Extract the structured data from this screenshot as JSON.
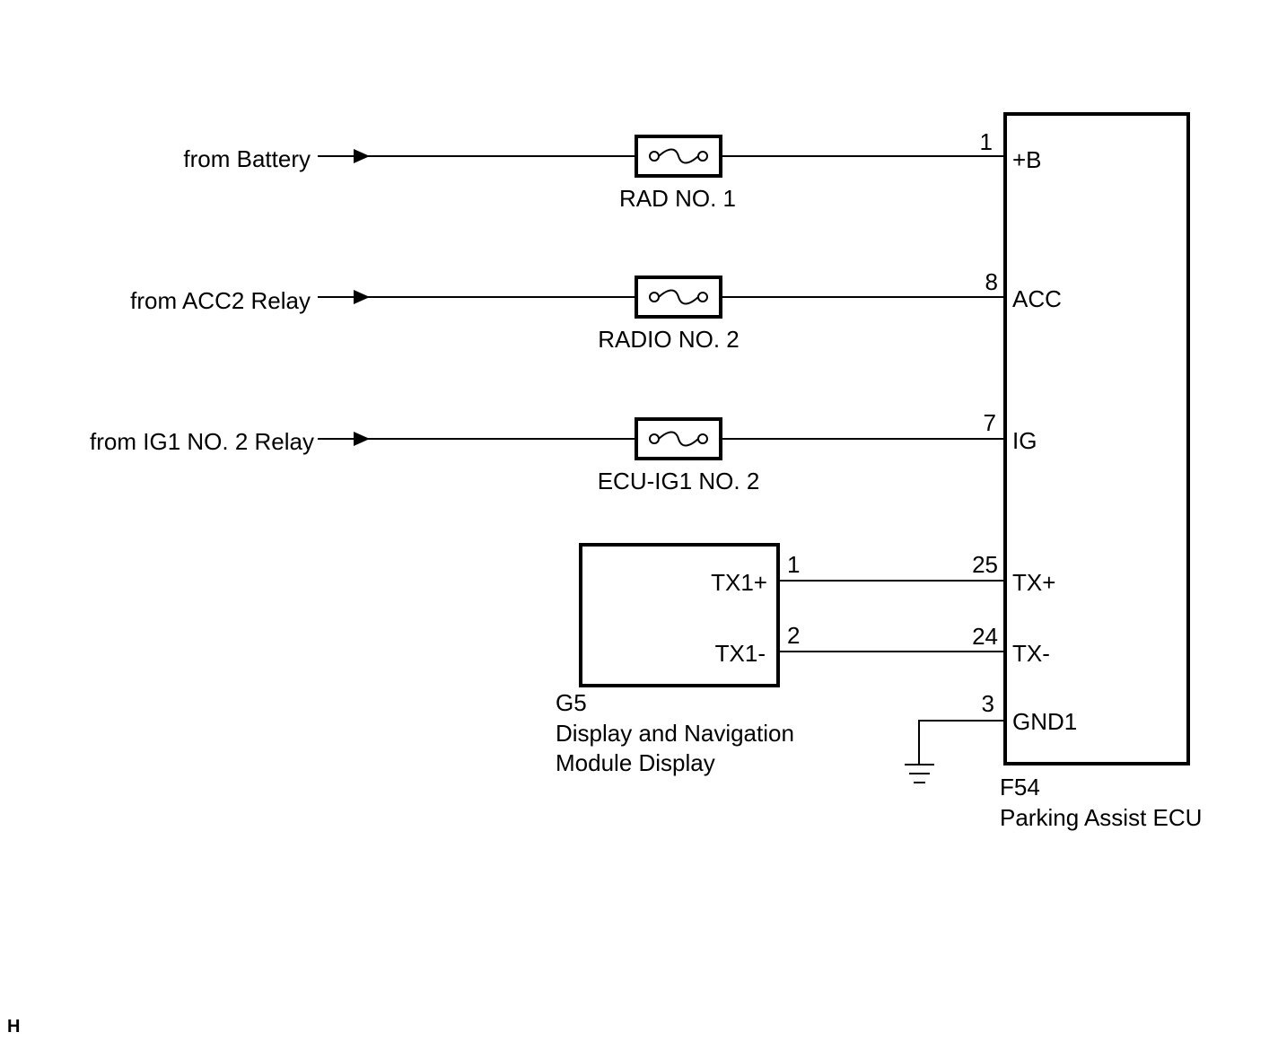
{
  "sources": [
    {
      "id": "battery",
      "label": "from Battery"
    },
    {
      "id": "acc2",
      "label": "from ACC2 Relay"
    },
    {
      "id": "ig1",
      "label": "from IG1 NO. 2 Relay"
    }
  ],
  "fuses": [
    {
      "id": "rad1",
      "label": "RAD NO. 1"
    },
    {
      "id": "radio2",
      "label": "RADIO NO. 2"
    },
    {
      "id": "ecuig1",
      "label": "ECU-IG1 NO. 2"
    }
  ],
  "ecu": {
    "code": "F54",
    "name": "Parking Assist ECU",
    "pins": [
      {
        "number": "1",
        "name": "+B"
      },
      {
        "number": "8",
        "name": "ACC"
      },
      {
        "number": "7",
        "name": "IG"
      },
      {
        "number": "25",
        "name": "TX+"
      },
      {
        "number": "24",
        "name": "TX-"
      },
      {
        "number": "3",
        "name": "GND1"
      }
    ]
  },
  "display": {
    "code": "G5",
    "name_line1": "Display and Navigation",
    "name_line2": "Module Display",
    "pins": [
      {
        "number": "1",
        "name": "TX1+"
      },
      {
        "number": "2",
        "name": "TX1-"
      }
    ]
  },
  "footer": {
    "letter": "H"
  }
}
